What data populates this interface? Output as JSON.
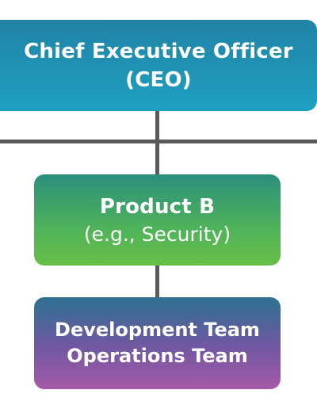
{
  "chart": {
    "ceo": {
      "line1": "Chief Executive Officer",
      "line2": "(CEO)"
    },
    "product": {
      "title": "Product B",
      "example": "(e.g., Security)"
    },
    "teams": {
      "development": "Development Team",
      "operations": "Operations Team"
    }
  },
  "colors": {
    "ceo_box": "#1f9cbc",
    "product_box": "#52b45a",
    "teams_box": "#7a5aa3",
    "connector": "#5a5a5a"
  }
}
